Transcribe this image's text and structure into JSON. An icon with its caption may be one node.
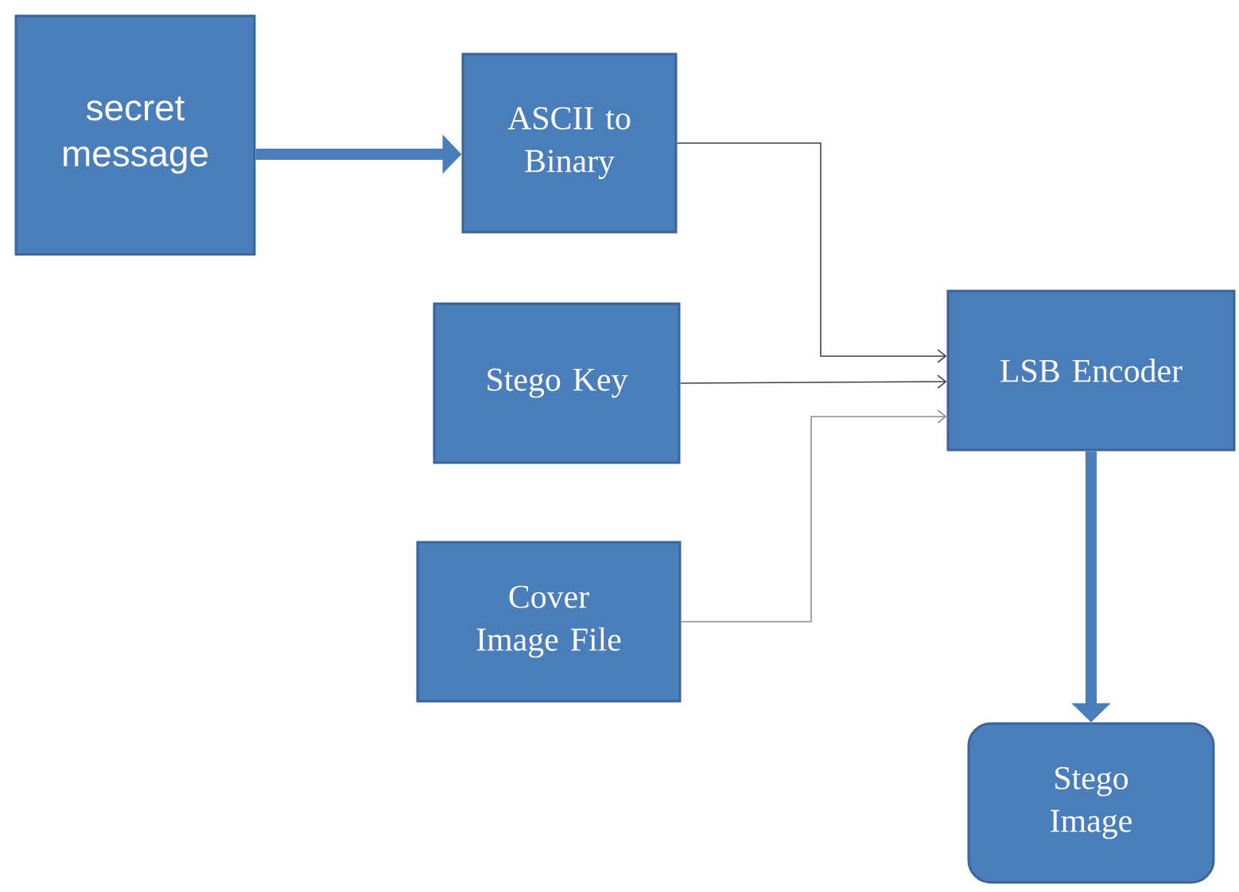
{
  "diagram": {
    "nodes": [
      {
        "text": [
          "secret message"
        ]
      },
      {
        "text": [
          "ASCII to Binary"
        ]
      },
      {
        "text": [
          "Stego Key"
        ]
      },
      {
        "text": [
          "Cover Image File"
        ]
      },
      {
        "text": [
          "LSB Encoder"
        ]
      },
      {
        "text": [
          "Stego Image"
        ]
      }
    ],
    "edges": [
      {
        "from": 0,
        "to": 1,
        "arrow": "to",
        "style": "thick",
        "color": "#4a7ebb"
      },
      {
        "from": 1,
        "to": 4,
        "arrow": "to",
        "color": "#404040"
      },
      {
        "from": 2,
        "to": 4,
        "arrow": "to",
        "color": "#404040"
      },
      {
        "from": 3,
        "to": 4,
        "arrow": "to",
        "color": "#8c8c8c"
      },
      {
        "from": 4,
        "to": 5,
        "arrow": "to",
        "style": "thick",
        "color": "#4a7ebb"
      }
    ]
  }
}
